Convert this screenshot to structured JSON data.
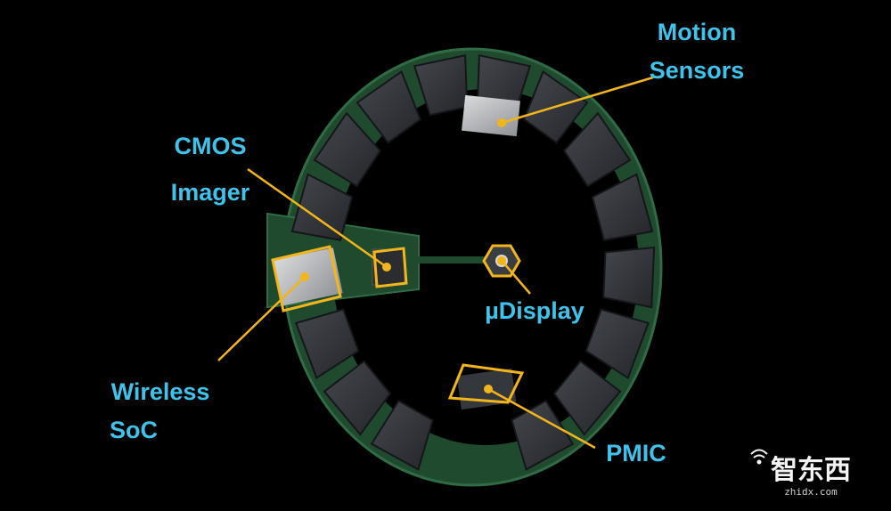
{
  "labels": {
    "motion_sensors": [
      "Motion",
      "Sensors"
    ],
    "cmos_imager": [
      "CMOS",
      "Imager"
    ],
    "udisplay": "µDisplay",
    "wireless_soc": [
      "Wireless",
      "SoC"
    ],
    "pmic": "PMIC"
  },
  "watermark": {
    "brand": "智东西",
    "domain": "zhidx.com"
  },
  "colors": {
    "background": "#000000",
    "label_text": "#3fc3ea",
    "callout": "#f2b51c",
    "pcb": "#1f4a2e",
    "battery": "#2c2e33"
  }
}
